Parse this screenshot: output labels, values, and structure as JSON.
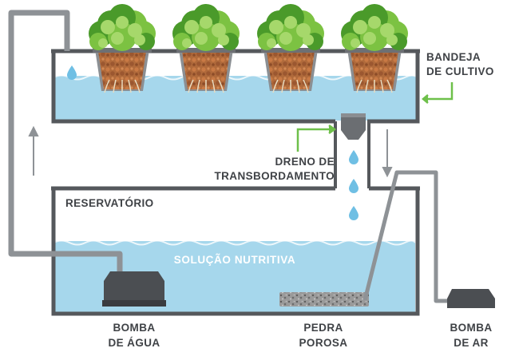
{
  "labels": {
    "grow_tray": [
      "BANDEJA",
      "DE CULTIVO"
    ],
    "overflow_drain": [
      "DRENO DE",
      "TRANSBORDAMENTO"
    ],
    "reservoir": "RESERVATÓRIO",
    "nutrient_solution": "SOLUÇÃO NUTRITIVA",
    "water_pump": [
      "BOMBA",
      "DE ÁGUA"
    ],
    "air_stone": [
      "PEDRA",
      "POROSA"
    ],
    "air_pump": [
      "BOMBA",
      "DE AR"
    ]
  },
  "colors": {
    "water": "#a6d7ec",
    "water_dark": "#7fc3e2",
    "tank_outline": "#55585c",
    "pipe": "#8e9296",
    "pump": "#4b4e52",
    "leaf_green": "#7cc242",
    "leaf_dark": "#4a9a2a",
    "pot_brown": "#a0653a",
    "pointer_green": "#6ec04a",
    "label_text": "#3f4246"
  },
  "icons": {
    "plants": [
      "lettuce-plant-icon",
      "lettuce-plant-icon",
      "lettuce-plant-icon",
      "lettuce-plant-icon"
    ],
    "drops": [
      "water-drop-icon",
      "water-drop-icon",
      "water-drop-icon",
      "water-drop-icon"
    ]
  }
}
